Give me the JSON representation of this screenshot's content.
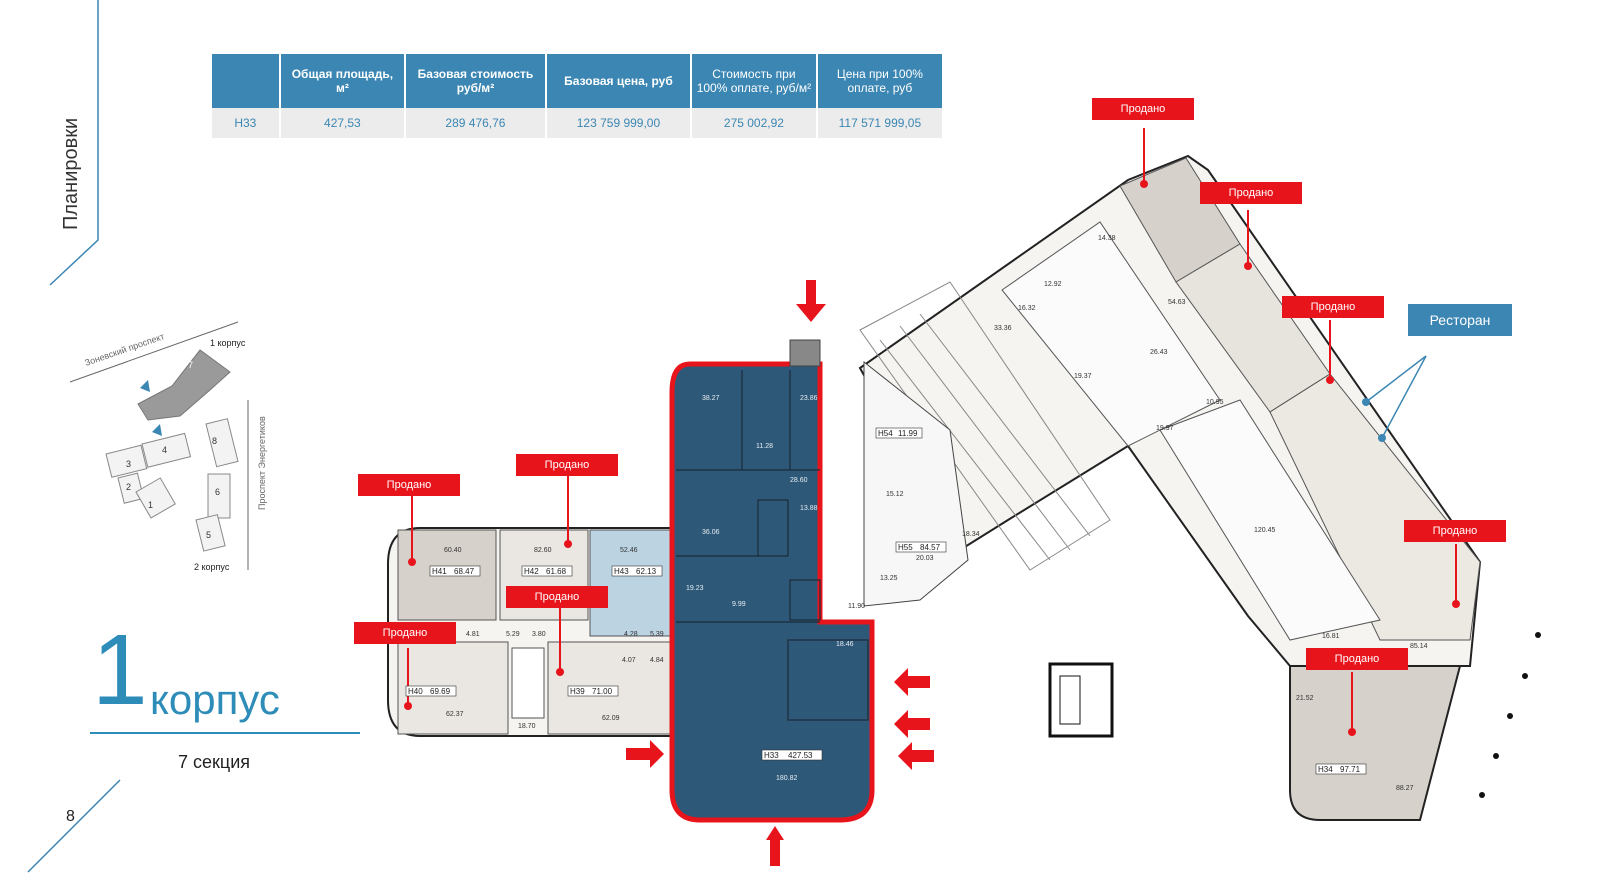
{
  "side_title": "Планировки",
  "table": {
    "headers": [
      "",
      "Общая площадь, м²",
      "Базовая стоимость руб/м²",
      "Базовая цена, руб",
      "Стоимость при 100% оплате, руб/м²",
      "Цена при 100% оплате, руб"
    ],
    "row": [
      "Н33",
      "427,53",
      "289 476,76",
      "123 759 999,00",
      "275 002,92",
      "117 571 999,05"
    ]
  },
  "minimap": {
    "street_top": "Зоневский проспект",
    "street_right": "Проспект Энергетиков",
    "corpus_1": "1 корпус",
    "corpus_2": "2 корпус",
    "buildings": [
      "7",
      "4",
      "3",
      "2",
      "1",
      "8",
      "6",
      "5"
    ]
  },
  "corpus": {
    "number": "1",
    "word": "корпус",
    "section": "7 секция"
  },
  "page_number": "8",
  "sold_label": "Продано",
  "restaurant_label": "Ресторан",
  "units": [
    {
      "id": "Н41",
      "area": "68.47"
    },
    {
      "id": "Н42",
      "area": "61.68"
    },
    {
      "id": "Н43",
      "area": "62.13"
    },
    {
      "id": "Н40",
      "area": "69.69"
    },
    {
      "id": "Н39",
      "area": "71.00"
    },
    {
      "id": "Н33",
      "area": "427.53"
    },
    {
      "id": "Н54",
      "area": "11.99"
    },
    {
      "id": "Н55",
      "area": "84.57"
    },
    {
      "id": "Н34",
      "area": "97.71"
    }
  ],
  "rooms": {
    "r1": "60.40",
    "r2": "82.60",
    "r3": "52.46",
    "r4": "62.37",
    "r5": "62.09",
    "r6": "38.27",
    "r7": "23.86",
    "r8": "11.28",
    "r9": "28.60",
    "r10": "36.06",
    "r11": "13.88",
    "r12": "19.23",
    "r13": "9.99",
    "r14": "18.46",
    "r15": "180.82",
    "r16": "15.12",
    "r17": "20.03",
    "r18": "13.25",
    "r19": "11.90",
    "r20": "18.34",
    "r21": "33.36",
    "r22": "16.32",
    "r23": "12.92",
    "r24": "26.43",
    "r25": "19.37",
    "r26": "10.95",
    "r27": "19.97",
    "r28": "54.63",
    "r29": "120.45",
    "r30": "16.81",
    "r31": "85.14",
    "r32": "21.52",
    "r33": "88.27",
    "r34": "18.70",
    "r35": "14.38",
    "r36": "4.81",
    "r37": "5.29",
    "r38": "3.80",
    "r39": "4.28",
    "r40": "5.39",
    "r41": "4.07",
    "r42": "4.84"
  }
}
